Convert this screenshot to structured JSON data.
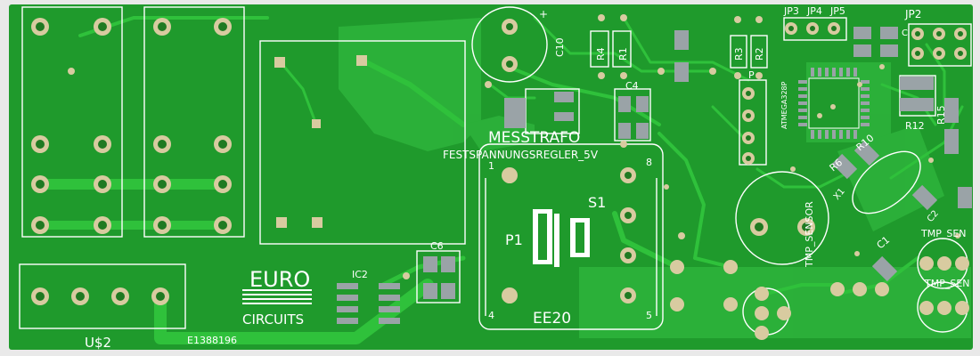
{
  "board": {
    "colors": {
      "background": "#e9e9e9",
      "pcb": "#1f9a2c",
      "copper": "#33b83f",
      "trace": "#2fc13b",
      "silkscreen": "#ffffff",
      "pad": "#d8cba0",
      "smd": "#9aa3a7",
      "hole": "#1f7a22"
    }
  },
  "labels": {
    "c10": "C10",
    "r4": "R4",
    "r3": "R3",
    "r2": "R2",
    "r1": "R1",
    "c4": "C4",
    "jp3": "JP3",
    "jp4": "JP4",
    "jp5": "JP5",
    "jp2": "JP2",
    "atmega": "ATMEGA328P",
    "r12": "R12",
    "r15": "R15",
    "r10": "R10",
    "r6": "R6",
    "sensor": "TMP_SENSOR",
    "tmp_sen1": "TMP_SEN",
    "tmp_sen2": "TMP_SEN",
    "c1": "C1",
    "c6": "C6",
    "ic2": "IC2",
    "messtrafo": "MESSTRAFO",
    "regler": "FESTSPANNUNGSREGLER_5V",
    "p1": "P1",
    "s1": "S1",
    "ee20": "EE20",
    "pin1": "1",
    "pin4": "4",
    "pin5": "5",
    "pin8": "8",
    "usb": "U$2",
    "euro": "EURO",
    "circuits": "CIRCUITS",
    "serial": "E1388196",
    "x1": "X1",
    "c2": "C2",
    "p_small": "P",
    "c_small": "C",
    "plus": "+"
  }
}
